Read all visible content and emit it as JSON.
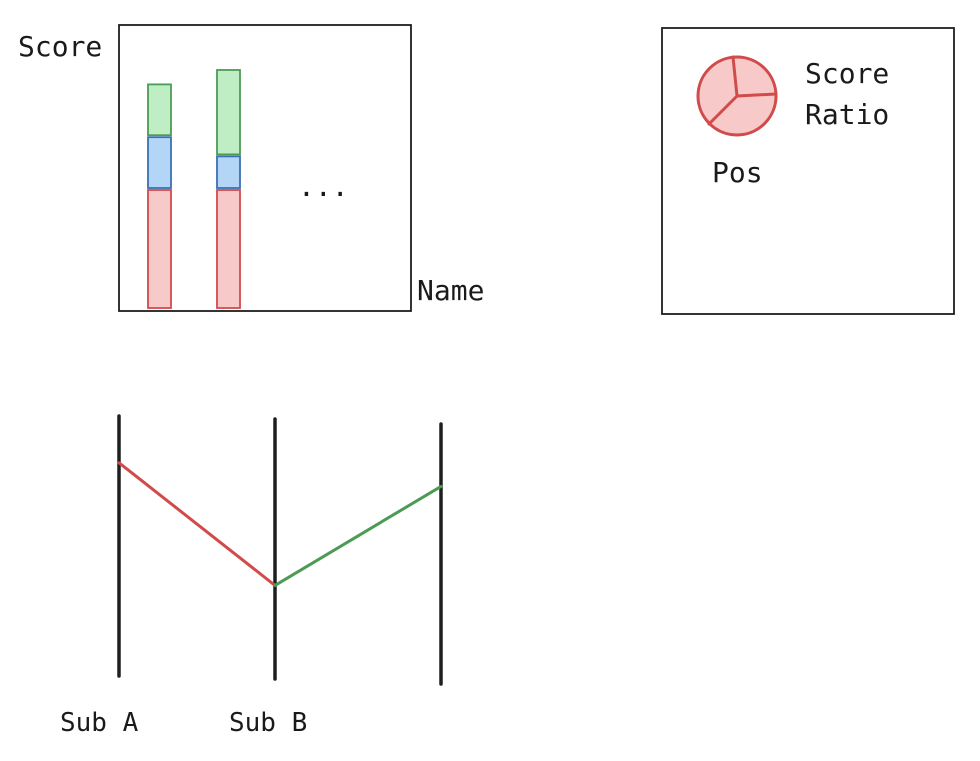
{
  "colors": {
    "stroke": "#1e1e1e",
    "red_fill": "#f7c9c9",
    "red_stroke": "#d24b4b",
    "blue_fill": "#b3d6f7",
    "blue_stroke": "#3d6fb3",
    "green_fill": "#bfeec4",
    "green_stroke": "#4c9b55"
  },
  "bar_panel": {
    "y_label": "Score",
    "x_label": "Name",
    "ellipsis": "...",
    "bars": [
      {
        "name": "bar-1",
        "segments": [
          {
            "color": "red",
            "value": 0.5
          },
          {
            "color": "blue",
            "value": 0.22
          },
          {
            "color": "green",
            "value": 0.22
          }
        ]
      },
      {
        "name": "bar-2",
        "segments": [
          {
            "color": "red",
            "value": 0.5
          },
          {
            "color": "blue",
            "value": 0.14
          },
          {
            "color": "green",
            "value": 0.36
          }
        ]
      }
    ]
  },
  "pie_panel": {
    "label_line1": "Score",
    "label_line2": "Ratio",
    "caption": "Pos"
  },
  "parallel_panel": {
    "axes": [
      {
        "label": "Sub A"
      },
      {
        "label": "Sub B"
      },
      {
        "label": ""
      }
    ],
    "segments": [
      {
        "color": "red",
        "from_axis": 0,
        "to_axis": 1,
        "from_value": 0.82,
        "to_value": 0.36
      },
      {
        "color": "green",
        "from_axis": 1,
        "to_axis": 2,
        "from_value": 0.36,
        "to_value": 0.76
      }
    ]
  }
}
